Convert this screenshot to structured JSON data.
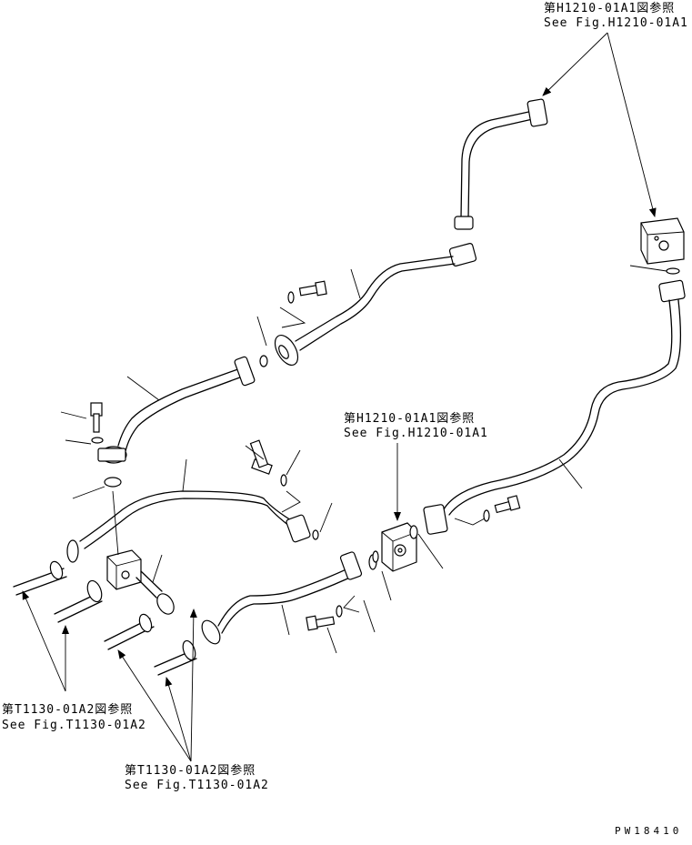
{
  "callouts": {
    "top_right_jp": "第H1210-01A1図参照",
    "top_right_en": "See Fig.H1210-01A1",
    "center_jp": "第H1210-01A1図参照",
    "center_en": "See Fig.H1210-01A1",
    "bottom_left_jp": "第T1130-01A2図参照",
    "bottom_left_en": "See Fig.T1130-01A2",
    "bottom_center_jp": "第T1130-01A2図参照",
    "bottom_center_en": "See Fig.T1130-01A2"
  },
  "drawing_code": "PW18410"
}
